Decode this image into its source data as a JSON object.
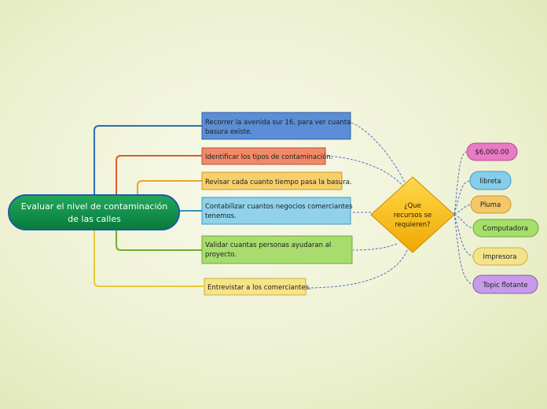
{
  "central": {
    "lines": [
      "Evaluar el nivel de contaminación",
      "de las calles"
    ]
  },
  "branches": [
    {
      "lines": [
        "Recorrer la avenida sur 16, para ver cuanta",
        "basura existe."
      ],
      "fill": "#5b8ed6",
      "stroke": "#2c5fa8",
      "line": "#2c6db4"
    },
    {
      "lines": [
        "Identificar los tipos de contaminación."
      ],
      "fill": "#f08a6a",
      "stroke": "#c0502e",
      "line": "#e05a2a"
    },
    {
      "lines": [
        "Revisar cada cuanto tiempo pasa la basura."
      ],
      "fill": "#f7cf6b",
      "stroke": "#c99a2a",
      "line": "#eaa62a"
    },
    {
      "lines": [
        "Contabilizar cuantos negocios comerciantes",
        "tenemos."
      ],
      "fill": "#8fd2ea",
      "stroke": "#3a9ac4",
      "line": "#2f93c4"
    },
    {
      "lines": [
        "Validar cuantas personas ayudaran al",
        "proyecto."
      ],
      "fill": "#a8dc6e",
      "stroke": "#6aa83a",
      "line": "#6fae2e"
    },
    {
      "lines": [
        "Entrevistar a los comerciantes."
      ],
      "fill": "#f7e38a",
      "stroke": "#c9b23a",
      "line": "#e7c93a"
    }
  ],
  "question": {
    "lines": [
      "¿Que",
      "recursos se",
      "requieren?"
    ],
    "fill": "#f5b800"
  },
  "resources": [
    {
      "label": "$6,000.00",
      "fill": "#e87bc4",
      "stroke": "#b3479a"
    },
    {
      "label": "libreta",
      "fill": "#86cdea",
      "stroke": "#3a9ac4"
    },
    {
      "label": "Pluma",
      "fill": "#f3c76a",
      "stroke": "#c99a2a"
    },
    {
      "label": "Computadora",
      "fill": "#a6de6a",
      "stroke": "#6aa83a"
    },
    {
      "label": "Impresora",
      "fill": "#f4e38c",
      "stroke": "#c9b23a"
    },
    {
      "label": "Topic flotante",
      "fill": "#c79be8",
      "stroke": "#8a5ab8"
    }
  ],
  "colors": {
    "central_fill": "#0d8a47",
    "central_stroke": "#1f5aa8",
    "dashed": "#4f6fd0"
  }
}
